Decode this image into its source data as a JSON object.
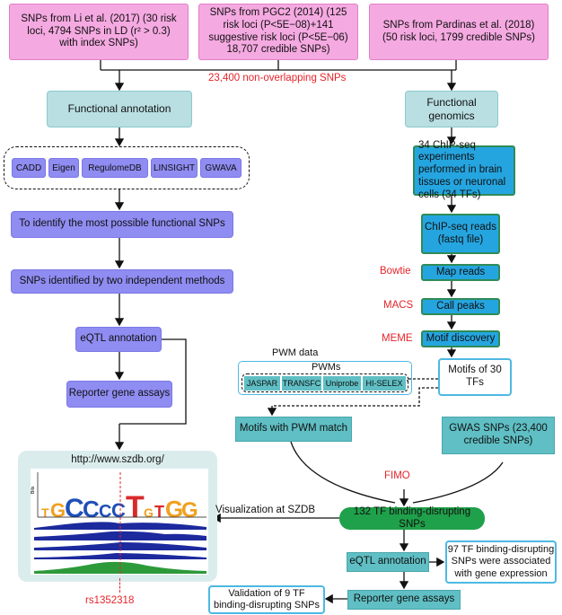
{
  "sources": {
    "li": "SNPs from Li et al. (2017) (30 risk loci, 4794 SNPs in LD (r² > 0.3) with index SNPs)",
    "pgc2": "SNPs from PGC2 (2014) (125 risk loci (P<5E−08)+141 suggestive risk loci (P<5E−06) 18,707 credible SNPs)",
    "pardinas": "SNPs from Pardinas et al. (2018) (50 risk loci, 1799 credible SNPs)"
  },
  "merged_label": "23,400 non-overlapping SNPs",
  "left": {
    "functional_annotation": "Functional annotation",
    "tools": [
      "CADD",
      "Eigen",
      "RegulomeDB",
      "LINSIGHT",
      "GWAVA"
    ],
    "identify": "To identify the most possible functional SNPs",
    "two_methods": "SNPs identified by two independent methods",
    "eqtl": "eQTL annotation",
    "reporter": "Reporter gene assays"
  },
  "right": {
    "functional_genomics": "Functional genomics",
    "chipseq": "34 ChIP-seq experiments performed in brain tissues or neuronal cells (34 TFs)",
    "reads": "ChIP-seq reads (fastq file)",
    "bowtie": "Bowtie",
    "map": "Map reads",
    "macs": "MACS",
    "peaks": "Call peaks",
    "meme": "MEME",
    "motif_discovery": "Motif discovery",
    "motifs30": "Motifs of 30 TFs",
    "pwm_data": "PWM data",
    "pwms": "PWMs",
    "pwm_sources": [
      "JASPAR",
      "TRANSFC",
      "Uniprobe",
      "HI-SELEX"
    ],
    "motifs_match": "Motifs with PWM match",
    "gwas": "GWAS SNPs (23,400 credible SNPs)",
    "fimo": "FIMO",
    "disrupting": "132 TF binding-disrupting SNPs",
    "viz": "Visualization at SZDB",
    "eqtl": "eQTL annotation",
    "eqtl_result": "97 TF binding-disrupting SNPs were associated with gene expression",
    "reporter": "Reporter gene assays",
    "validation": "Validation of 9 TF binding-disrupting SNPs"
  },
  "szdb": {
    "url": "http://www.szdb.org/",
    "snp": "rs1352318",
    "logo_seq": "TGCCCCTGTGG",
    "axis_label": "Bits"
  },
  "colors": {
    "pink": "#f5a9e1",
    "teal": "#b9dfe2",
    "purple": "#8f8cf2",
    "blue": "#25a5e0",
    "green": "#1fa04a",
    "red": "#e5242a"
  }
}
